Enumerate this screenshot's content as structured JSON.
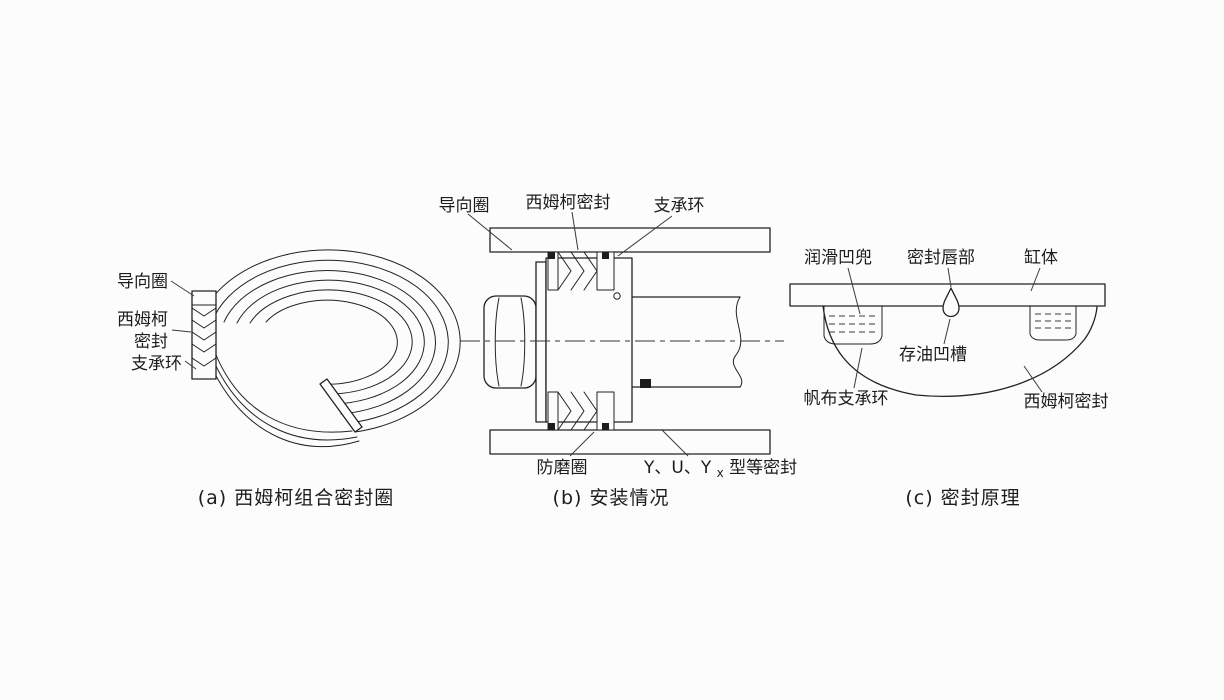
{
  "page": {
    "background": "#fcfcfc",
    "ink": "#1c1c1c"
  },
  "captions": {
    "a": "(a) 西姆柯组合密封圈",
    "b": "(b) 安装情况",
    "c": "(c) 密封原理"
  },
  "figure_a": {
    "labels": {
      "guide_ring": "导向圈",
      "simko_line1": "西姆柯",
      "simko_line2": "密封",
      "support_ring": "支承环"
    }
  },
  "figure_b": {
    "labels": {
      "guide_ring": "导向圈",
      "simko_seal": "西姆柯密封",
      "support_ring": "支承环",
      "antiwear_ring": "防磨圈",
      "yu_prefix": "Y、U、Y",
      "yu_sub": "x",
      "yu_suffix": "型等密封"
    }
  },
  "figure_c": {
    "labels": {
      "lube_pocket": "润滑凹兜",
      "seal_lip": "密封唇部",
      "cylinder": "缸体",
      "oil_groove": "存油凹槽",
      "canvas_support_ring": "帆布支承环",
      "simko_seal": "西姆柯密封"
    }
  }
}
